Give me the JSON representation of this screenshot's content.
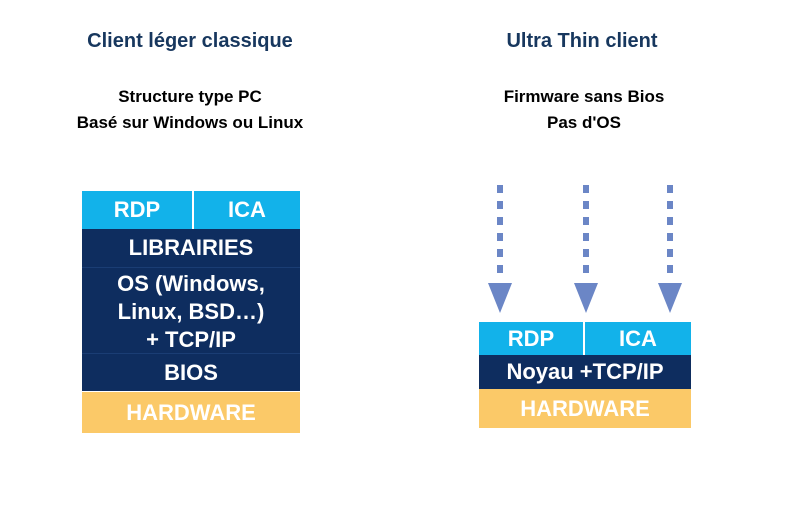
{
  "left": {
    "title": "Client léger classique",
    "subtitle_line1": "Structure type PC",
    "subtitle_line2": "Basé sur Windows ou Linux",
    "layers": {
      "rdp": "RDP",
      "ica": "ICA",
      "libraries": "LIBRAIRIES",
      "os_line1": "OS (Windows,",
      "os_line2": "Linux, BSD…)",
      "os_line3": "+ TCP/IP",
      "bios": "BIOS",
      "hardware": "HARDWARE"
    }
  },
  "right": {
    "title": "Ultra Thin client",
    "subtitle_line1": "Firmware sans Bios",
    "subtitle_line2": "Pas d'OS",
    "layers": {
      "rdp": "RDP",
      "ica": "ICA",
      "kernel": "Noyau +TCP/IP",
      "hardware": "HARDWARE"
    },
    "arrow_icon": "dotted-down-arrow-icon"
  },
  "colors": {
    "title": "#17375e",
    "protocol_layer": "#12b2ea",
    "system_layer": "#0e2d5f",
    "hardware_layer": "#fbc968",
    "arrow": "#6b86c6"
  }
}
